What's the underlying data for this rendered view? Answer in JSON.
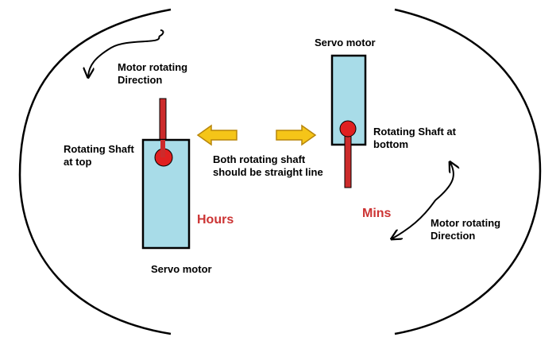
{
  "colors": {
    "servo_body": "#a8dce8",
    "servo_outline": "#000000",
    "shaft": "#cc2b2b",
    "arrow_fill": "#f5c518",
    "arrow_outline": "#b8860b",
    "accent_text": "#cc3333",
    "line": "#000000"
  },
  "left_servo": {
    "direction_label": "Motor rotating\nDirection",
    "shaft_label": "Rotating Shaft\nat top",
    "name_label": "Hours",
    "motor_label": "Servo motor"
  },
  "right_servo": {
    "motor_label": "Servo motor",
    "shaft_label": "Rotating Shaft at\nbottom",
    "name_label": "Mins",
    "direction_label": "Motor rotating\nDirection"
  },
  "center_note": "Both rotating shaft\nshould be straight line"
}
